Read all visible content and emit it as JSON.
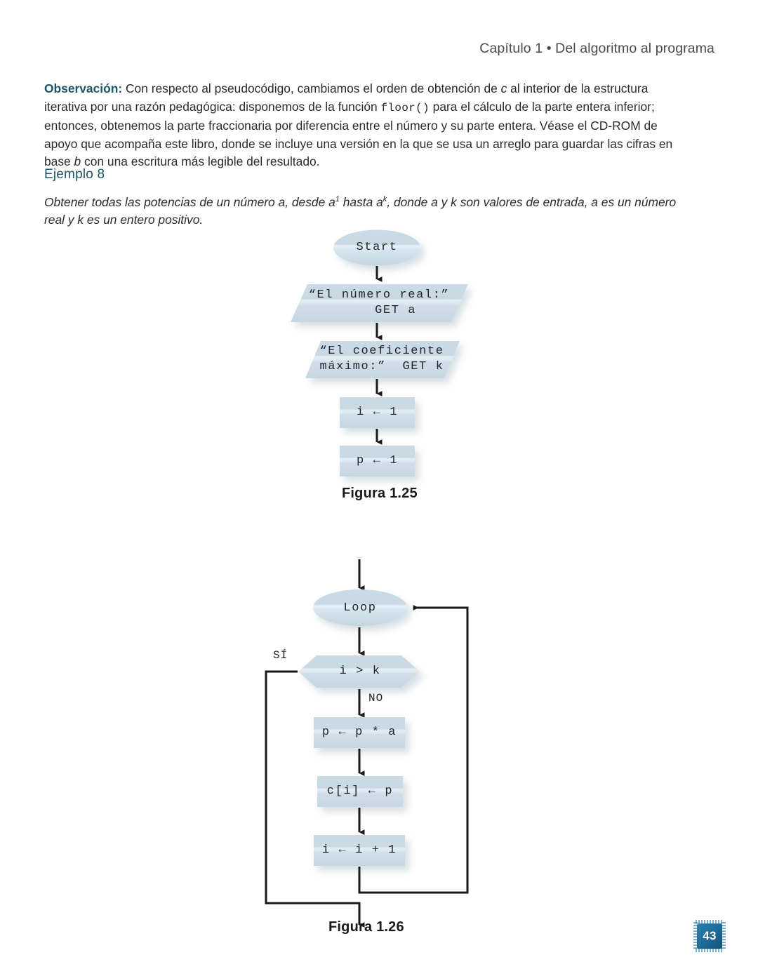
{
  "header": {
    "running_head": "Capítulo 1 • Del algoritmo al programa"
  },
  "observation": {
    "label": "Observación:",
    "text_part_1": " Con respecto al pseudocódigo, cambiamos el orden de obtención de ",
    "italic_c": "c",
    "text_part_2": " al interior de la estructura iterativa por una razón pedagógica: disponemos de la función ",
    "mono_floor": "floor()",
    "text_part_3": " para el cálculo de la parte entera inferior; entonces, obtenemos la parte fraccionaria por diferencia entre el número y su parte entera. Véase el CD-ROM de apoyo que acompaña este libro, donde se incluye una versión en la que se usa un arreglo para guardar las cifras en base ",
    "italic_b": "b",
    "text_part_4": " con una escritura más legible del resultado."
  },
  "example": {
    "heading": "Ejemplo 8",
    "statement_1": "Obtener todas las potencias de un número a, desde a",
    "sup_1": "1",
    "statement_2": " hasta a",
    "sup_k": "k",
    "statement_3": ", donde a y k son valores de entrada, a es un número real y k es un entero positivo."
  },
  "figure_125": {
    "caption": "Figura 1.25",
    "nodes": [
      {
        "id": "start",
        "shape": "oval",
        "label": "Start"
      },
      {
        "id": "io_a",
        "shape": "parallelogram",
        "label": "“El número real:”\n    GET a"
      },
      {
        "id": "io_k",
        "shape": "parallelogram",
        "label": "“El coeficiente\nmáximo:”  GET k"
      },
      {
        "id": "i_init",
        "shape": "rectangle",
        "label": "i ← 1"
      },
      {
        "id": "p_init",
        "shape": "rectangle",
        "label": "p ← 1"
      }
    ]
  },
  "figure_126": {
    "caption": "Figura 1.26",
    "nodes": [
      {
        "id": "loop",
        "shape": "oval",
        "label": "Loop"
      },
      {
        "id": "cond",
        "shape": "hexagon",
        "label": "i > k"
      },
      {
        "id": "p_mul",
        "shape": "rectangle",
        "label": "p ← p * a"
      },
      {
        "id": "c_store",
        "shape": "rectangle",
        "label": "c[i] ← p"
      },
      {
        "id": "i_inc",
        "shape": "rectangle",
        "label": "i ← i + 1"
      }
    ],
    "edge_labels": {
      "yes": "SÍ",
      "no": "NO"
    }
  },
  "page_number": "43",
  "colors": {
    "accent_heading": "#1d5566",
    "node_fill": "#cfdde6",
    "node_fill_light": "#dcebf2",
    "connector": "#1a1a1a",
    "chip_blue": "#1c6490"
  }
}
